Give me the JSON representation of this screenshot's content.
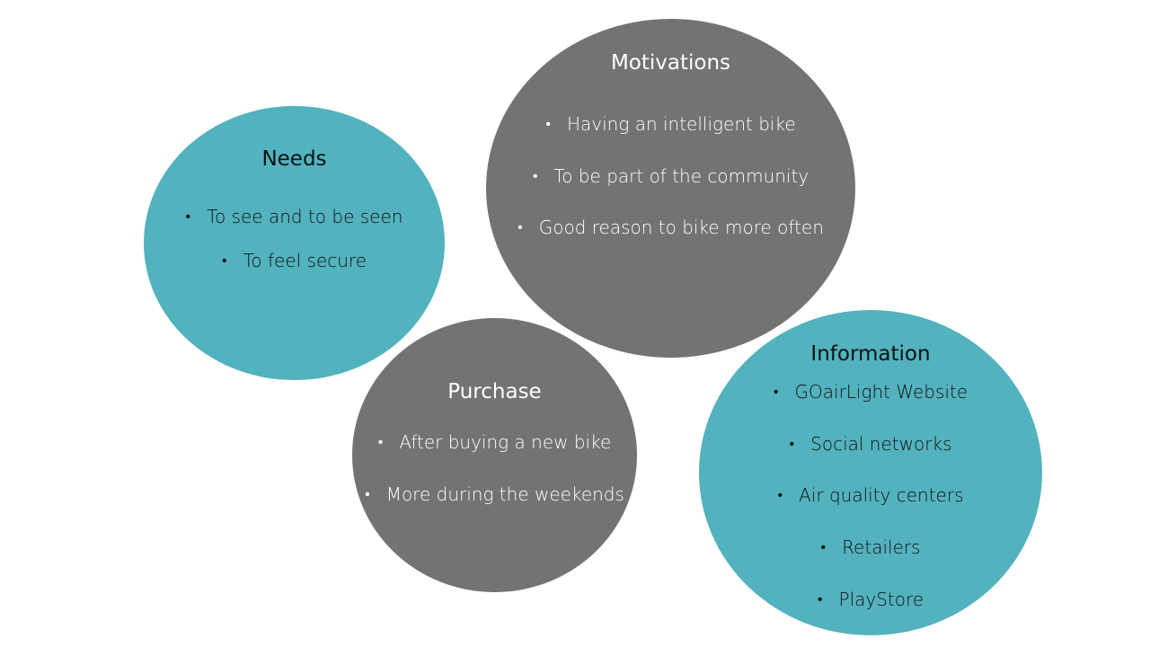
{
  "colors": {
    "teal": "#52b2be",
    "gray": "#737373"
  },
  "needs": {
    "title": "Needs",
    "items": [
      "To see and to be seen",
      "To feel secure"
    ]
  },
  "motivations": {
    "title": "Motivations",
    "items": [
      "Having an intelligent bike",
      "To be part of the community",
      "Good reason to bike more often"
    ]
  },
  "purchase": {
    "title": "Purchase",
    "items": [
      "After buying a new bike",
      "More during the weekends"
    ]
  },
  "information": {
    "title": "Information",
    "items": [
      "GOairLight Website",
      "Social networks",
      "Air quality centers",
      "Retailers",
      "PlayStore"
    ]
  }
}
